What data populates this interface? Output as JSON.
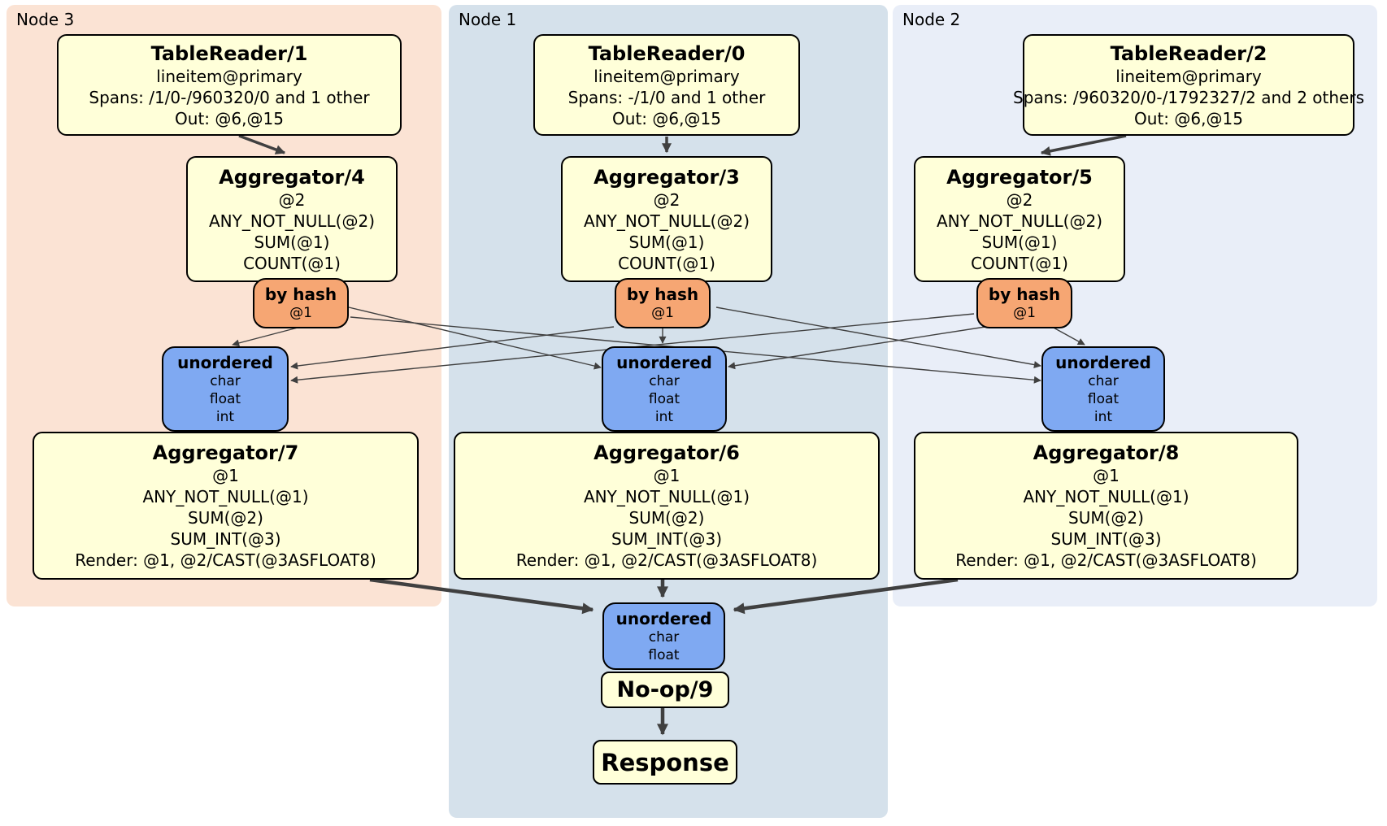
{
  "diagram": {
    "regions": [
      {
        "id": "node3",
        "label": "Node 3",
        "color": "#fbe3d4"
      },
      {
        "id": "node1",
        "label": "Node 1",
        "color": "#d5e1eb"
      },
      {
        "id": "node2",
        "label": "Node 2",
        "color": "#e9eef8"
      }
    ],
    "colors": {
      "processor_fill": "#ffffd9",
      "router_fill": "#f6a673",
      "sync_fill": "#7fa9f2",
      "edge": "#404040",
      "border": "#000000"
    },
    "processors": {
      "tablereader1": {
        "title": "TableReader/1",
        "lines": [
          "lineitem@primary",
          "Spans: /1/0-/960320/0 and 1 other",
          "Out: @6,@15"
        ]
      },
      "tablereader0": {
        "title": "TableReader/0",
        "lines": [
          "lineitem@primary",
          "Spans: -/1/0 and 1 other",
          "Out: @6,@15"
        ]
      },
      "tablereader2": {
        "title": "TableReader/2",
        "lines": [
          "lineitem@primary",
          "Spans: /960320/0-/1792327/2 and 2 others",
          "Out: @6,@15"
        ]
      },
      "aggregator4": {
        "title": "Aggregator/4",
        "lines": [
          "@2",
          "ANY_NOT_NULL(@2)",
          "SUM(@1)",
          "COUNT(@1)"
        ]
      },
      "aggregator3": {
        "title": "Aggregator/3",
        "lines": [
          "@2",
          "ANY_NOT_NULL(@2)",
          "SUM(@1)",
          "COUNT(@1)"
        ]
      },
      "aggregator5": {
        "title": "Aggregator/5",
        "lines": [
          "@2",
          "ANY_NOT_NULL(@2)",
          "SUM(@1)",
          "COUNT(@1)"
        ]
      },
      "router_node3": {
        "title": "by hash",
        "lines": [
          "@1"
        ]
      },
      "router_node1": {
        "title": "by hash",
        "lines": [
          "@1"
        ]
      },
      "router_node2": {
        "title": "by hash",
        "lines": [
          "@1"
        ]
      },
      "sync_node3": {
        "title": "unordered",
        "lines": [
          "char",
          "float",
          "int"
        ]
      },
      "sync_node1": {
        "title": "unordered",
        "lines": [
          "char",
          "float",
          "int"
        ]
      },
      "sync_node2": {
        "title": "unordered",
        "lines": [
          "char",
          "float",
          "int"
        ]
      },
      "aggregator7": {
        "title": "Aggregator/7",
        "lines": [
          "@1",
          "ANY_NOT_NULL(@1)",
          "SUM(@2)",
          "SUM_INT(@3)",
          "Render: @1, @2/CAST(@3ASFLOAT8)"
        ]
      },
      "aggregator6": {
        "title": "Aggregator/6",
        "lines": [
          "@1",
          "ANY_NOT_NULL(@1)",
          "SUM(@2)",
          "SUM_INT(@3)",
          "Render: @1, @2/CAST(@3ASFLOAT8)"
        ]
      },
      "aggregator8": {
        "title": "Aggregator/8",
        "lines": [
          "@1",
          "ANY_NOT_NULL(@1)",
          "SUM(@2)",
          "SUM_INT(@3)",
          "Render: @1, @2/CAST(@3ASFLOAT8)"
        ]
      },
      "sync_final": {
        "title": "unordered",
        "lines": [
          "char",
          "float"
        ]
      },
      "noop9": {
        "title": "No-op/9"
      },
      "response": {
        "title": "Response"
      }
    }
  }
}
